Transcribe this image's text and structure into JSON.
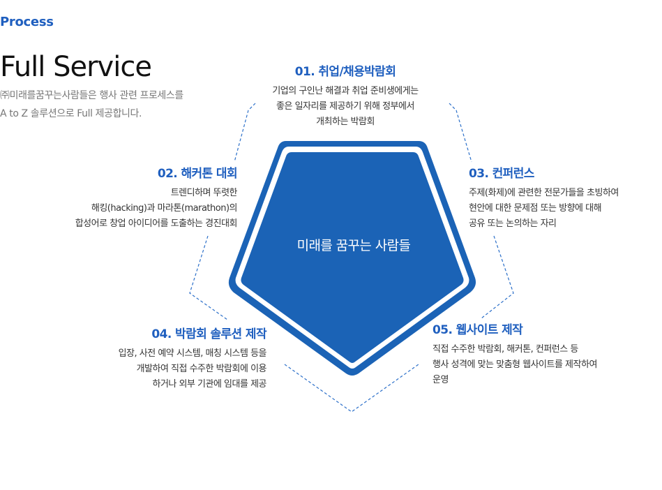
{
  "header": {
    "eyebrow": "Process",
    "title": "Full Service",
    "description_lines": [
      "㈜미래를꿈꾸는사람들은 행사 관련 프로세스를",
      "A to Z 솔루션으로 Full 제공합니다."
    ]
  },
  "center": {
    "label": "미래를 꿈꾸는 사람들",
    "color": "#1b63b6"
  },
  "steps": [
    {
      "title": "01. 취업/채용박람회",
      "lines": [
        "기업의 구인난 해결과 취업 준비생에게는",
        "좋은 일자리를 제공하기 위해 정부에서",
        "개최하는 박람회"
      ]
    },
    {
      "title": "02. 해커톤 대회",
      "lines": [
        "트렌디하며 뚜렷한",
        "해킹(hacking)과 마라톤(marathon)의",
        "합성어로 창업 아이디어를 도출하는 경진대회"
      ]
    },
    {
      "title": "03. 컨퍼런스",
      "lines": [
        "주제(화제)에 관련한 전문가들을 초빙하여",
        "현안에 대한 문제점 또는 방향에 대해",
        "공유 또는 논의하는 자리"
      ]
    },
    {
      "title": "04. 박람회 솔루션 제작",
      "lines": [
        "입장, 사전 예약 시스템, 매칭 시스템 등을",
        "개발하여 직접 수주한 박람회에 이용",
        "하거나 외부 기관에 임대를 제공"
      ]
    },
    {
      "title": "05. 웹사이트 제작",
      "lines": [
        "직접 수주한 박람회, 해커톤, 컨퍼런스 등",
        "행사 성격에 맞는 맞춤형 웹사이트를 제작하여",
        "운영"
      ]
    }
  ],
  "colors": {
    "accent": "#1f5fbf",
    "pentagon": "#1b63b6",
    "dashed_line": "#2b6fc9"
  }
}
